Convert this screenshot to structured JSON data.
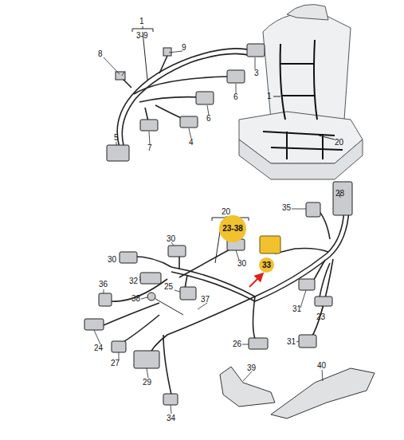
{
  "diagram": {
    "nodes": [
      {
        "text": [
          "23-38"
        ]
      },
      {
        "text": [
          "33"
        ]
      }
    ],
    "labels": [
      "1",
      "3-9",
      "9",
      "8",
      "3",
      "6",
      "6",
      "7",
      "4",
      "5",
      "1",
      "20",
      "20",
      "28",
      "35",
      "30",
      "30",
      "30",
      "32",
      "25",
      "36",
      "38",
      "37",
      "31",
      "23",
      "31",
      "24",
      "27",
      "26",
      "29",
      "34",
      "39",
      "40"
    ]
  }
}
